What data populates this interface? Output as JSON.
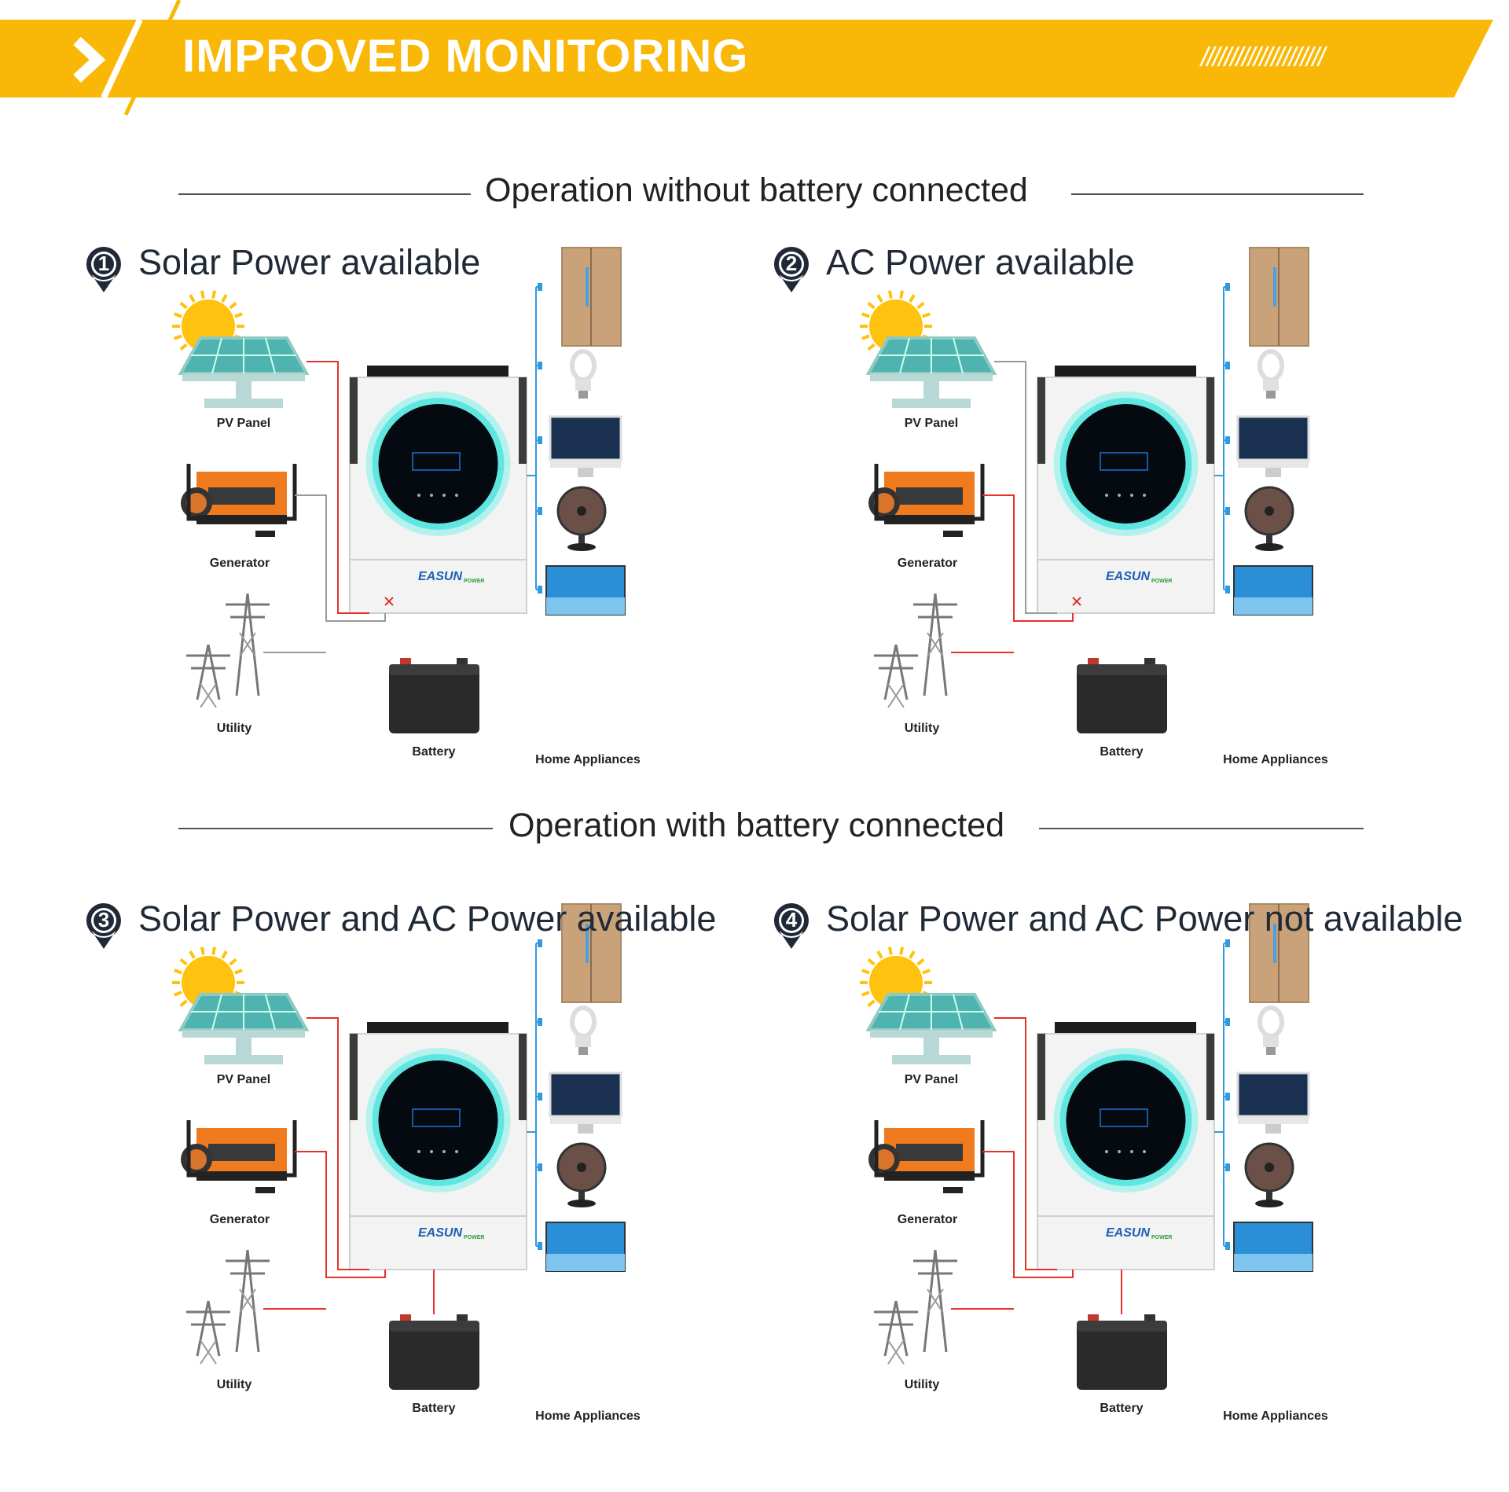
{
  "header": {
    "title": "IMPROVED MONITORING",
    "hatch": "/////////////////////",
    "color_accent": "#F9B807"
  },
  "sections": [
    {
      "title": "Operation without battery connected"
    },
    {
      "title": "Operation with battery connected"
    }
  ],
  "scenarios": [
    {
      "number": "1",
      "title": "Solar Power available",
      "pv_line": "red",
      "gen_line": "gray",
      "battery_line": "none",
      "x_mark": true
    },
    {
      "number": "2",
      "title": "AC Power available",
      "pv_line": "gray",
      "gen_line": "red",
      "battery_line": "none",
      "x_mark": true
    },
    {
      "number": "3",
      "title": "Solar Power and AC Power available",
      "pv_line": "red",
      "gen_line": "red",
      "battery_line": "red",
      "x_mark": false
    },
    {
      "number": "4",
      "title": "Solar Power and AC Power not available",
      "pv_line": "red",
      "gen_line": "red",
      "battery_line": "red",
      "x_mark": false
    }
  ],
  "labels": {
    "pv_panel": "PV Panel",
    "generator": "Generator",
    "utility": "Utility",
    "battery": "Battery",
    "home_appliances": "Home Appliances",
    "brand": "EASUN",
    "brand_sub": "POWER"
  },
  "colors": {
    "red_line": "#E8302A",
    "gray_line": "#9A9A9A",
    "blue_line": "#2E9BE0",
    "sun": "#FFC20E",
    "screen_ring": "#5FE6E0",
    "generator": "#F07A1E"
  }
}
